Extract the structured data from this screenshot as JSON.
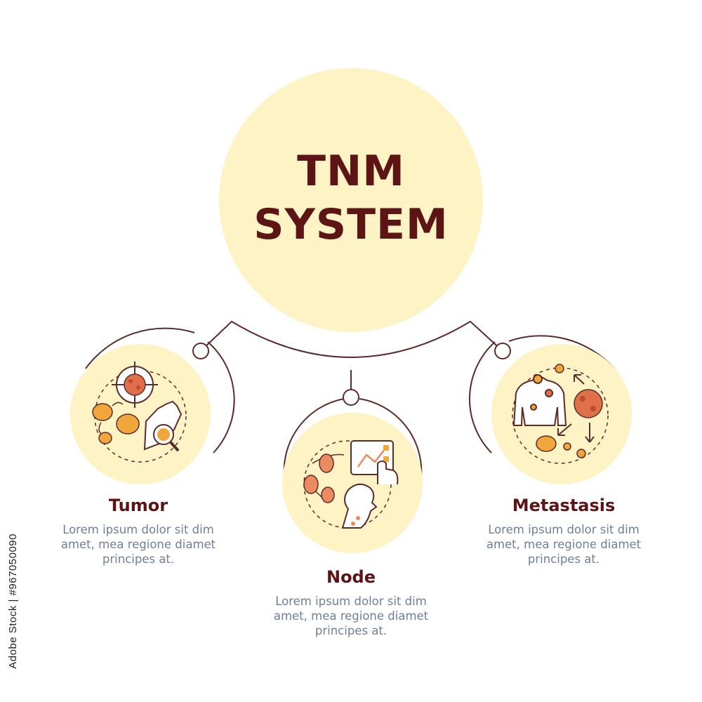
{
  "title": {
    "line1": "TNM",
    "line2": "SYSTEM"
  },
  "stages": [
    {
      "id": "tumor",
      "label": "Tumor",
      "description_lines": [
        "Lorem ipsum dolor sit dim",
        "amet, mea regione diamet",
        "principes at."
      ]
    },
    {
      "id": "node",
      "label": "Node",
      "description_lines": [
        "Lorem ipsum dolor sit dim",
        "amet, mea regione diamet",
        "principes at."
      ]
    },
    {
      "id": "metastasis",
      "label": "Metastasis",
      "description_lines": [
        "Lorem ipsum dolor sit dim",
        "amet, mea regione diamet",
        "principes at."
      ]
    }
  ],
  "watermark_credit": "Adobe Stock | #967050090",
  "colors": {
    "circle_fill": "#fdf3c4",
    "title_text": "#5c1414",
    "connector": "#5c2b2b",
    "description_text": "#6e7f9a",
    "tumor_red": "#e0704a",
    "tumor_orange": "#f0a63a",
    "lymph_node": "#ec8a60",
    "skin_pink": "#f6c7b6"
  },
  "icons": [
    "tumor-target-icon",
    "hand-magnifier-icon",
    "lymph-node-icon",
    "diagnostic-screen-icon",
    "head-profile-icon",
    "torso-icon",
    "metastasis-arrows-icon"
  ]
}
